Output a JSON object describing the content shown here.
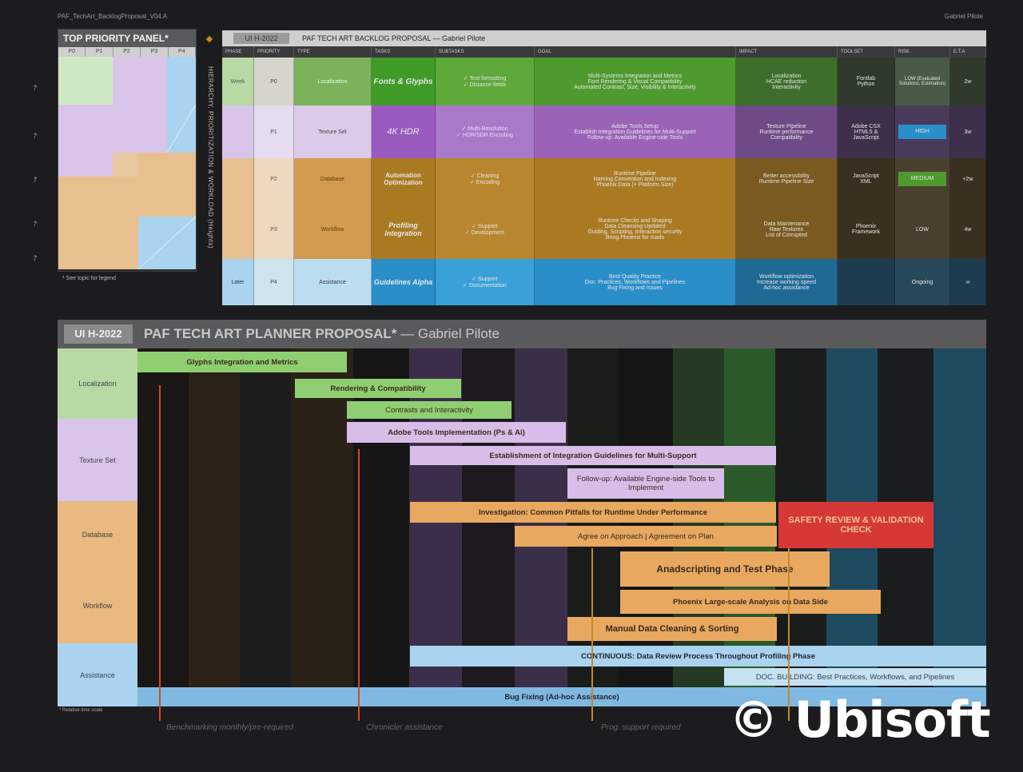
{
  "window": {
    "file_name": "PAF_TechArt_BacklogProposal_V04.A",
    "top_right": "Gabriel Pilote"
  },
  "priority_panel": {
    "title": "TOP PRIORITY PANEL*",
    "columns": [
      "P0",
      "P1",
      "P2",
      "P3",
      "P4"
    ],
    "note": "* See topic for legend",
    "side_label": "HIERARCHY, PRIORITIZATION & WORKLOAD (Heights)"
  },
  "backlog": {
    "code": "UI H-2022",
    "title": "PAF TECH ART BACKLOG PROPOSAL — Gabriel Pilote",
    "columns": [
      "PHASE",
      "PRIORITY",
      "TYPE",
      "TASKS",
      "SUBTASKS",
      "GOAL",
      "IMPACT",
      "TOOLSET",
      "RISK",
      "E.T.A"
    ],
    "rows": [
      {
        "phase": "Week",
        "priority": "P0",
        "type": "Localization",
        "task": "Fonts & Glyphs",
        "subtasks": [
          "✓ Text formatting",
          "✓ Distance fields"
        ],
        "goals": [
          "Multi-Systems Integration and Metrics",
          "Font Rendering & Visual Compatibility",
          "Automated Contrast, Size, Visibility & Interactivity"
        ],
        "impact": [
          "Localization",
          "HCAE reduction",
          "Interactivity"
        ],
        "toolset": [
          "Fontlab",
          "Python"
        ],
        "risk": "LOW (Evaluated Solutions, Estimation)",
        "eta": "2w",
        "color": "#4f9a2e"
      },
      {
        "phase": "",
        "priority": "P1",
        "type": "Texture Set",
        "task": "4K HDR",
        "subtasks": [
          "✓ Multi-Resolution",
          "✓ HDR/SDR Encoding"
        ],
        "goals": [
          "Adobe Tools Setup",
          "Establish Integration Guidelines for Multi-Support",
          "Follow-up: Available Engine-side Tools"
        ],
        "impact": [
          "Texture Pipeline",
          "Runtime performance",
          "Compatibility"
        ],
        "toolset": [
          "Adobe CSX",
          "HTML5 &",
          "JavaScript"
        ],
        "risk": "HIGH",
        "eta": "3w",
        "color": "#9a63b8"
      },
      {
        "phase": "",
        "priority": "P2",
        "type": "Database",
        "task": "Automation Optimization",
        "subtasks": [
          "✓ Cleaning",
          "✓ Encoding"
        ],
        "goals": [
          "Runtime Pipeline",
          "Naming Convention and Indexing",
          "Phoenix Data (+ Platform Size)"
        ],
        "impact": [
          "Better accessibility",
          "Runtime Pipeline Size"
        ],
        "toolset": [
          "JavaScript",
          "XML"
        ],
        "risk": "MEDIUM",
        "eta": "+2w",
        "color": "#a97a22"
      },
      {
        "phase": "",
        "priority": "P3",
        "type": "Workflow",
        "task": "Profiling Integration",
        "subtasks": [
          "✓ Support",
          "✓ Development"
        ],
        "goals": [
          "Runtime Checks and Shaping",
          "Data Cleansing Updated",
          "Guiding, Scripting, Interaction security",
          "Bring Phoenix for roads"
        ],
        "impact": [
          "Data Maintenance",
          "Raw Textures",
          "List of Corrupted"
        ],
        "toolset": [
          "Phoenix",
          "Framework"
        ],
        "risk": "LOW",
        "eta": "4w",
        "color": "#a97a22"
      },
      {
        "phase": "Later",
        "priority": "P4",
        "type": "Assistance",
        "task": "Guidelines Alpha",
        "subtasks": [
          "✓ Support",
          "✓ Documentation"
        ],
        "goals": [
          "Best Quality Practice",
          "Doc: Practices, Workflows and Pipelines",
          "Bug Fixing and Issues"
        ],
        "impact": [
          "Workflow optimization",
          "Increase working speed",
          "Ad-hoc assistance"
        ],
        "toolset": [
          ""
        ],
        "risk": "Ongoing",
        "eta": "∞",
        "color": "#2a8fc9"
      }
    ]
  },
  "planner": {
    "code": "UI H-2022",
    "title": "PAF TECH ART PLANNER PROPOSAL*",
    "author": "— Gabriel Pilote",
    "lanes": [
      "Localization",
      "Texture Set",
      "Database",
      "Workflow",
      "Assistance"
    ],
    "bars": [
      "Glyphs Integration and Metrics",
      "Rendering & Compatibility",
      "Contrasts and Interactivity",
      "Adobe Tools Implementation (Ps & Ai)",
      "Establishment of Integration Guidelines for Multi-Support",
      "Follow-up: Available Engine-side Tools to Implement",
      "Investigation: Common Pitfalls for Runtime Under Performance",
      "Agree on Approach | Agreement on Plan",
      "Anadscripting and Test Phase",
      "Phoenix Large-scale Analysis on Data Side",
      "Manual Data Cleaning & Sorting",
      "CONTINUOUS: Data Review Process Throughout Profiling Phase",
      "DOC. BUILDING: Best Practices, Workflows, and Pipelines",
      "Bug Fixing (Ad-hoc Assistance)",
      "SAFETY REVIEW & VALIDATION CHECK"
    ],
    "footer": [
      "Benchmarking monthly/pre-required",
      "Chronicler assistance",
      "Prog. support required"
    ],
    "note": "* Relative time scale"
  },
  "watermark": "© Ubisoft"
}
